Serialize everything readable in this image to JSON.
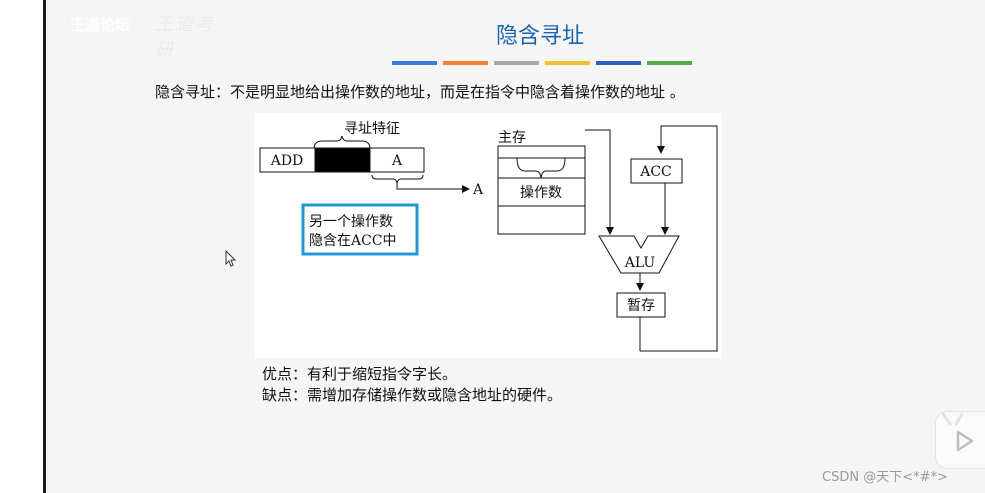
{
  "header": {
    "logo_text": "王道论坛",
    "logo_mark": "王道考研",
    "title": "隐含寻址",
    "stripe_colors": [
      "#3a7bd5",
      "#f0813a",
      "#a8a8a8",
      "#f2c12e",
      "#2f5fbf",
      "#56a84a"
    ]
  },
  "description": "隐含寻址：不是明显地给出操作数的地址，而是在指令中隐含着操作数的地址 。",
  "diagram": {
    "feature_label": "寻址特征",
    "opcode": "ADD",
    "address_field": "A",
    "arrow_target": "A",
    "note_line1": "另一个操作数",
    "note_line2": "隐含在ACC中",
    "memory_label": "主存",
    "operand_label": "操作数",
    "acc_label": "ACC",
    "alu_label": "ALU",
    "temp_label": "暂存",
    "note_border_color": "#1e9bd7"
  },
  "pros": "优点：有利于缩短指令字长。",
  "cons": "缺点：需增加存储操作数或隐含地址的硬件。",
  "watermark": "CSDN @天下<*#*>",
  "icons": {
    "cursor": "cursor-icon",
    "play": "play-icon"
  }
}
